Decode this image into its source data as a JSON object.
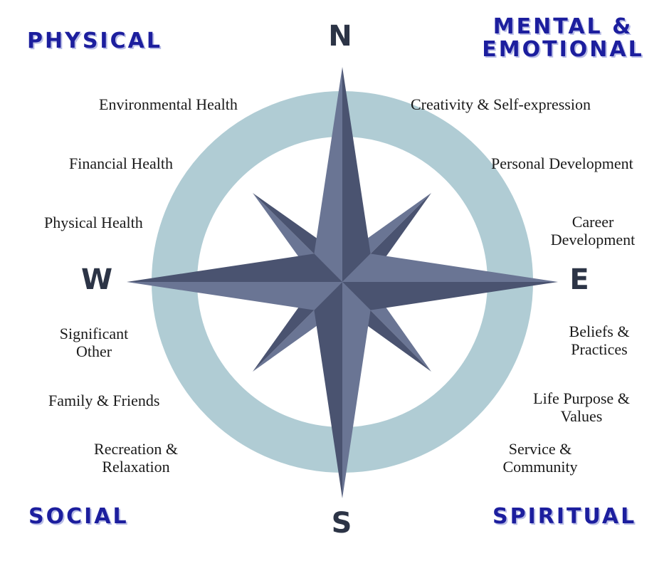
{
  "colors": {
    "quadrant_text": "#1c1e9e",
    "quadrant_shadow": "#b9bde6",
    "ring": "#b0ccd4",
    "star_light": "#6a7594",
    "star_dark": "#4a5370",
    "direction_text": "#2c3446"
  },
  "quadrants": {
    "physical": "PHYSICAL",
    "mental_emotional": "MENTAL &\nEMOTIONAL",
    "social": "SOCIAL",
    "spiritual": "SPIRITUAL"
  },
  "directions": {
    "north": "N",
    "south": "S",
    "east": "E",
    "west": "W"
  },
  "physical_items": [
    "Environmental Health",
    "Financial Health",
    "Physical Health"
  ],
  "mental_items": [
    "Creativity & Self-expression",
    "Personal Development",
    "Career\nDevelopment"
  ],
  "social_items": [
    "Significant\nOther",
    "Family & Friends",
    "Recreation &\nRelaxation"
  ],
  "spiritual_items": [
    "Beliefs &\nPractices",
    "Life Purpose &\nValues",
    "Service &\nCommunity"
  ]
}
